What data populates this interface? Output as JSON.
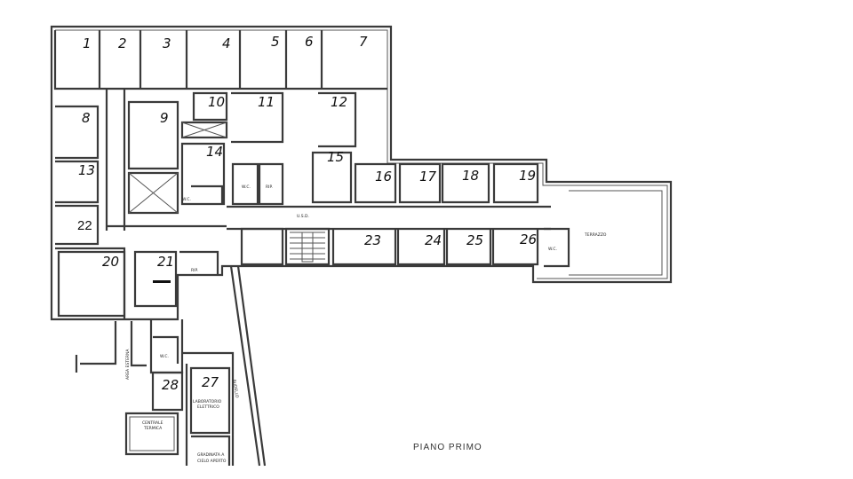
{
  "plan": {
    "title": "PIANO PRIMO",
    "rooms": [
      "1",
      "2",
      "3",
      "4",
      "5",
      "6",
      "7",
      "8",
      "9",
      "10",
      "11",
      "12",
      "13",
      "14",
      "15",
      "16",
      "17",
      "18",
      "19",
      "20",
      "21",
      "22",
      "23",
      "24",
      "25",
      "26",
      "27",
      "28"
    ],
    "labels": {
      "wc": "W.C.",
      "rip": "RIP.",
      "usd": "U.S.D.",
      "terrazzo": "TERRAZZO",
      "laboratorio_1": "LABORATORIO",
      "laboratorio_2": "ELETTRICO",
      "centrale_1": "CENTRALE",
      "centrale_2": "TERMICA",
      "gradinata_1": "GRADINATA A",
      "gradinata_2": "CIELO APERTO",
      "area_esterna": "AREA ESTERNA",
      "budello": "BUDELLO"
    }
  }
}
